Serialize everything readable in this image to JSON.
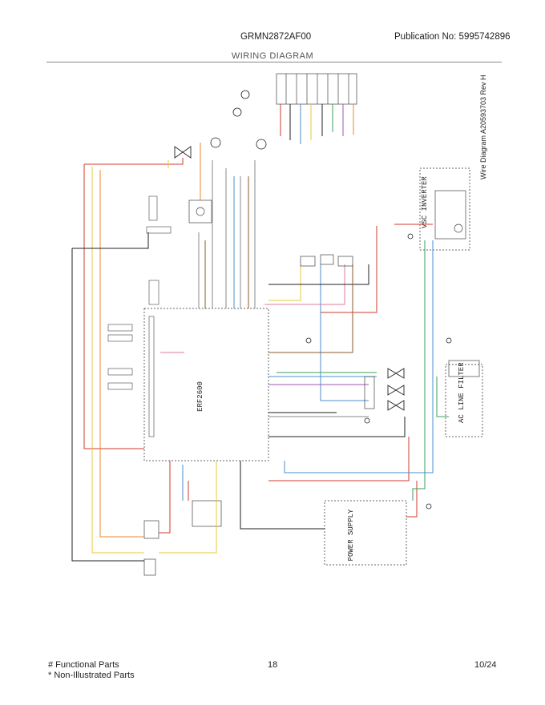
{
  "header": {
    "model": "GRMN2872AF00",
    "publication": "Publication No:  5995742896",
    "title": "WIRING DIAGRAM"
  },
  "diagram": {
    "revision": "Wire Diagram A20593703 Rev H",
    "labels": {
      "main_board": "ERF2600",
      "inverter": "VSC INVERTER",
      "ac_filter": "AC LINE FILTER",
      "power_supply": "POWER SUPPLY"
    },
    "wire_colors": {
      "red": "#d23a2c",
      "yellow": "#e8c83a",
      "blue": "#4a8fd0",
      "black": "#222222",
      "green": "#3aa05a",
      "violet": "#9b59b6",
      "orange": "#e58a2c",
      "grey": "#8a8a8a",
      "brown": "#8b5a2b",
      "pink": "#e07aa0"
    }
  },
  "footer": {
    "legend_functional": "# Functional Parts",
    "legend_non_illustrated": "* Non-Illustrated Parts",
    "page_number": "18",
    "date": "10/24"
  }
}
